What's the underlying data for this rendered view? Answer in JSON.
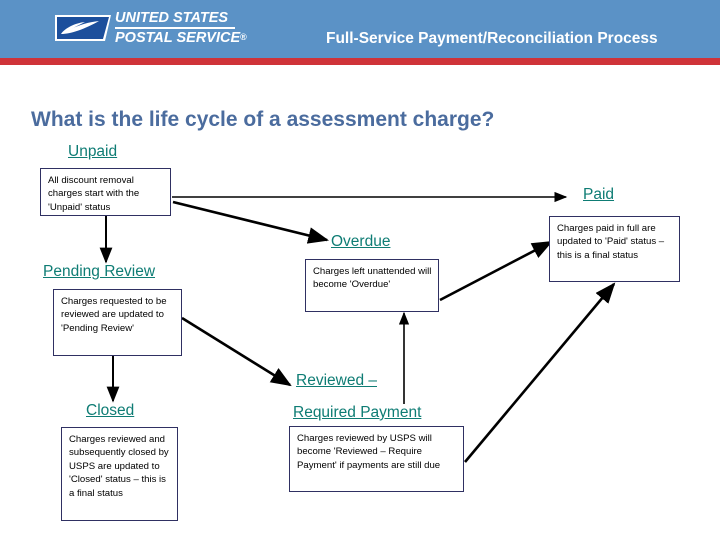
{
  "header": {
    "title": "Full-Service Payment/Reconciliation Process",
    "logo": {
      "line1": "UNITED STATES",
      "line2": "POSTAL SERVICE",
      "registered": "®",
      "icon": "usps-eagle-icon"
    },
    "colors": {
      "bar": "#5b92c6",
      "rule": "#cf3339"
    }
  },
  "slide": {
    "heading": "What is the life cycle of a assessment charge?",
    "heading_color": "#4b6c9e",
    "status_color": "#0e7c74",
    "box_border_color": "#2f3062"
  },
  "nodes": [
    {
      "id": "unpaid",
      "label": "Unpaid",
      "description": "All discount removal charges start with the 'Unpaid' status"
    },
    {
      "id": "paid",
      "label": "Paid",
      "description": "Charges paid in full are updated to 'Paid' status – this is a final status"
    },
    {
      "id": "overdue",
      "label": "Overdue",
      "description": "Charges left unattended will become 'Overdue'"
    },
    {
      "id": "pending-review",
      "label": "Pending Review",
      "description": "Charges requested to be reviewed are updated to 'Pending Review'"
    },
    {
      "id": "reviewed-required-payment",
      "label_line1": "Reviewed –",
      "label_line2": "Required Payment",
      "description": "Charges reviewed by USPS will become 'Reviewed – Require Payment' if payments are still due"
    },
    {
      "id": "closed",
      "label": "Closed",
      "description": "Charges reviewed and subsequently closed by USPS are updated to 'Closed' status – this is a final status"
    }
  ],
  "connectors": [
    {
      "from": "unpaid",
      "to": "paid",
      "style": "horizontal-arrow"
    },
    {
      "from": "unpaid",
      "to": "overdue",
      "style": "diagonal-arrow"
    },
    {
      "from": "unpaid",
      "to": "pending-review",
      "style": "vertical-arrow"
    },
    {
      "from": "overdue",
      "to": "paid",
      "style": "diagonal-arrow"
    },
    {
      "from": "pending-review",
      "to": "reviewed-required-payment",
      "style": "diagonal-arrow"
    },
    {
      "from": "pending-review",
      "to": "closed",
      "style": "vertical-arrow"
    },
    {
      "from": "reviewed-required-payment",
      "to": "overdue",
      "style": "vertical-arrow"
    },
    {
      "from": "reviewed-required-payment",
      "to": "paid",
      "style": "diagonal-arrow"
    }
  ]
}
